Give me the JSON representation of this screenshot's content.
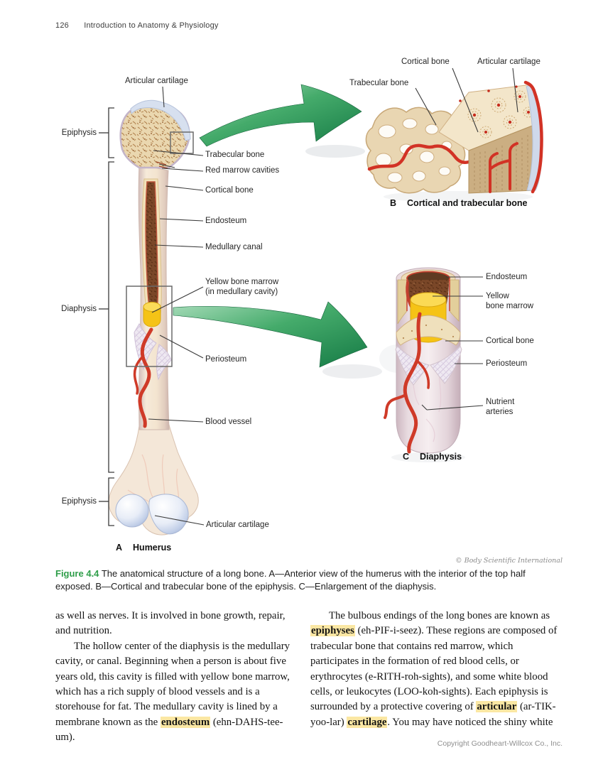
{
  "page": {
    "header": {
      "page_number": "126",
      "title": "Introduction to Anatomy & Physiology"
    },
    "footer": {
      "copyright": "Copyright Goodheart-Willcox Co., Inc."
    }
  },
  "figure": {
    "credit": "© Body Scientific International",
    "caption": {
      "label": "Figure 4.4",
      "text": "The anatomical structure of a long bone. A—Anterior view of the humerus with the interior of the top half exposed. B—Cortical and trabecular bone of the epiphysis. C—Enlargement of the diaphysis."
    },
    "panel_a": {
      "title_letter": "A",
      "title": "Humerus",
      "labels": {
        "articular_cartilage_top": "Articular cartilage",
        "epiphysis_top": "Epiphysis",
        "trabecular_bone": "Trabecular bone",
        "red_marrow_cavities": "Red marrow cavities",
        "cortical_bone": "Cortical bone",
        "endosteum": "Endosteum",
        "medullary_canal": "Medullary canal",
        "yellow_bone_marrow_line1": "Yellow bone marrow",
        "yellow_bone_marrow_line2": "(in medullary cavity)",
        "diaphysis": "Diaphysis",
        "periosteum": "Periosteum",
        "blood_vessel": "Blood vessel",
        "epiphysis_bottom": "Epiphysis",
        "articular_cartilage_bottom": "Articular cartilage"
      }
    },
    "panel_b": {
      "title_letter": "B",
      "title": "Cortical and trabecular bone",
      "labels": {
        "cortical_bone": "Cortical bone",
        "articular_cartilage": "Articular cartilage",
        "trabecular_bone": "Trabecular bone"
      }
    },
    "panel_c": {
      "title_letter": "C",
      "title": "Diaphysis",
      "labels": {
        "endosteum": "Endosteum",
        "yellow_bone_marrow_line1": "Yellow",
        "yellow_bone_marrow_line2": "bone marrow",
        "cortical_bone": "Cortical bone",
        "periosteum": "Periosteum",
        "nutrient_arteries_line1": "Nutrient",
        "nutrient_arteries_line2": "arteries"
      }
    }
  },
  "body_text": {
    "left_column": {
      "para1": [
        {
          "t": "as well as nerves. It is involved in bone growth, repair, and nutrition."
        }
      ],
      "para2": [
        {
          "t": "The hollow center of the diaphysis is the medullary cavity, or canal. Beginning when a person is about five years old, this cavity is filled with yellow bone marrow, which has a rich supply of blood vessels and is a storehouse for fat. The medullary cavity is lined by a membrane known as the "
        },
        {
          "t": "endosteum",
          "hl": true
        },
        {
          "t": " (ehn-DAHS-tee-um)."
        }
      ]
    },
    "right_column": {
      "para1": [
        {
          "t": "The bulbous endings of the long bones are known as "
        },
        {
          "t": "epiphyses",
          "hl": true
        },
        {
          "t": " (eh-PIF-i-seez). These regions are composed of trabecular bone that contains red marrow, which participates in the formation of red blood cells, or erythrocytes (e-RITH-roh-sights), and some white blood cells, or leukocytes (LOO-koh-sights). Each epiphysis is surrounded by a protective covering of "
        },
        {
          "t": "articular",
          "hl": true
        },
        {
          "t": " (ar-TIK-yoo-lar) "
        },
        {
          "t": "cartilage",
          "hl": true
        },
        {
          "t": ". You may have noticed the shiny white"
        }
      ]
    }
  },
  "colors": {
    "figure_green": "#2f9e4a",
    "highlight_yellow": "#fbe7a3",
    "arrow_green_light": "#a9ddbb",
    "arrow_green_dark": "#157a45",
    "vessel_red": "#cf3a28",
    "bone_cream": "#f4e7d8",
    "trabecular_tan": "#ead7af",
    "marrow_brown": "#7a4728",
    "marrow_yellow": "#f5c316",
    "cartilage_blue": "#d7e0ef"
  }
}
